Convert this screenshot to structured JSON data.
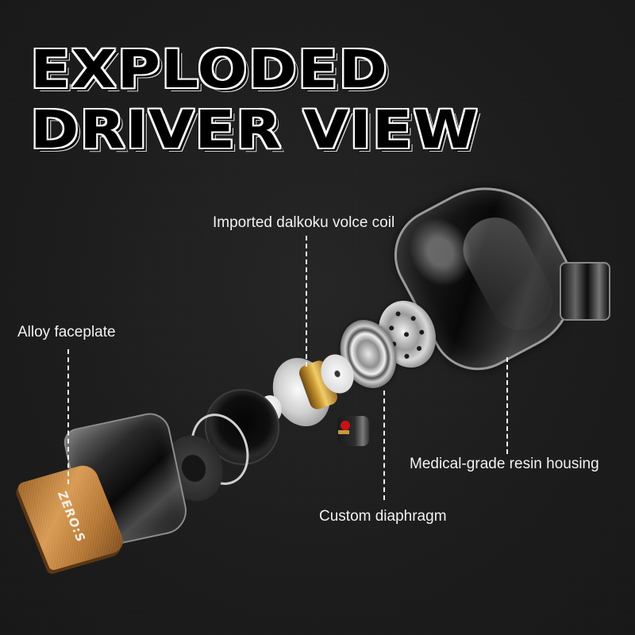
{
  "title": {
    "line1": "EXPLODED",
    "line2": "DRIVER VIEW"
  },
  "callouts": [
    {
      "id": "voice-coil",
      "label": "Imported dalkoku volce coil"
    },
    {
      "id": "faceplate",
      "label": "Alloy faceplate"
    },
    {
      "id": "housing",
      "label": "Medical-grade resin housing"
    },
    {
      "id": "diaphragm",
      "label": "Custom diaphragm"
    }
  ],
  "product": {
    "faceplate_logo": "ZERO:S"
  },
  "colors": {
    "background": "#1c1c1c",
    "text": "#f2f2f2",
    "faceplate_bronze": "#c88a45",
    "coil_gold": "#c9962f",
    "connector_red": "#c81414"
  }
}
